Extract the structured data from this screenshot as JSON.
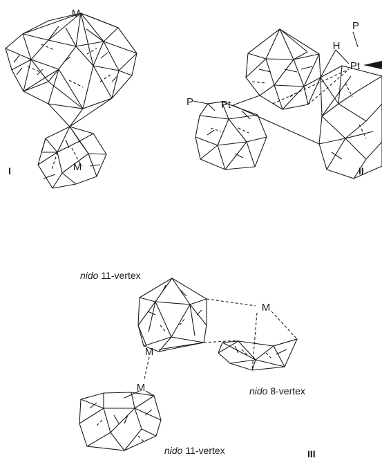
{
  "labels": {
    "metal": "M",
    "platinum": "Pt",
    "phosphine": "P",
    "hydride": "H"
  },
  "structures": {
    "I": "I",
    "II": "II",
    "III": "III"
  },
  "captions": {
    "nido_top_prefix": "nido",
    "nido_top_suffix": " 11-vertex",
    "nido_mid_prefix": "nido",
    "nido_mid_suffix": " 8-vertex",
    "nido_bot_prefix": "nido",
    "nido_bot_suffix": " 11-vertex"
  }
}
